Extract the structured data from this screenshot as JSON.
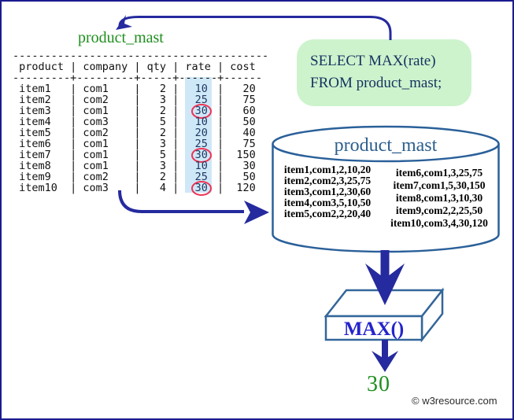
{
  "table": {
    "title": "product_mast",
    "pipe": "|",
    "top_line": "----------------------------------------",
    "separator_line": "---------+---------+-----+------+------",
    "headers": {
      "product": "product",
      "company": "company",
      "qty": "qty",
      "rate": "rate",
      "cost": "cost"
    },
    "rows": [
      {
        "product": "item1",
        "company": "com1",
        "qty": "2",
        "rate": "10",
        "cost": "20"
      },
      {
        "product": "item2",
        "company": "com2",
        "qty": "3",
        "rate": "25",
        "cost": "75"
      },
      {
        "product": "item3",
        "company": "com1",
        "qty": "2",
        "rate": "30",
        "cost": "60"
      },
      {
        "product": "item4",
        "company": "com3",
        "qty": "5",
        "rate": "10",
        "cost": "50"
      },
      {
        "product": "item5",
        "company": "com2",
        "qty": "2",
        "rate": "20",
        "cost": "40"
      },
      {
        "product": "item6",
        "company": "com1",
        "qty": "3",
        "rate": "25",
        "cost": "75"
      },
      {
        "product": "item7",
        "company": "com1",
        "qty": "5",
        "rate": "30",
        "cost": "150"
      },
      {
        "product": "item8",
        "company": "com1",
        "qty": "3",
        "rate": "10",
        "cost": "30"
      },
      {
        "product": "item9",
        "company": "com2",
        "qty": "2",
        "rate": "25",
        "cost": "50"
      },
      {
        "product": "item10",
        "company": "com3",
        "qty": "4",
        "rate": "30",
        "cost": "120"
      }
    ],
    "circled_rows": [
      2,
      6,
      9
    ]
  },
  "query": {
    "line1": "SELECT MAX(rate)",
    "line2": "FROM product_mast;"
  },
  "database": {
    "title": "product_mast",
    "left_lines": [
      "item1,com1,2,10,20",
      "item2,com2,3,25,75",
      "item3,com1,2,30,60",
      "item4,com3,5,10,50",
      "item5,com2,2,20,40"
    ],
    "right_lines": [
      "item6,com1,3,25,75",
      "item7,com1,5,30,150",
      "item8,com1,3,10,30",
      "item9,com2,2,25,50",
      "item10,com3,4,30,120"
    ]
  },
  "function_box": {
    "label": "MAX()"
  },
  "result": {
    "value": "30"
  },
  "footer": {
    "copyright": "© w3resource.com"
  },
  "colors": {
    "border": "#1a1a8f",
    "arrow": "#252a9e",
    "green_text": "#1e8e1e",
    "query_bg": "#cdf3cd",
    "query_text": "#15325f",
    "cylinder_stroke": "#2a6099",
    "cylinder_title": "#2d5f8e",
    "rate_highlight": "#cfe8f7",
    "circle_red": "#ee3355",
    "max_label": "#2424cc"
  }
}
